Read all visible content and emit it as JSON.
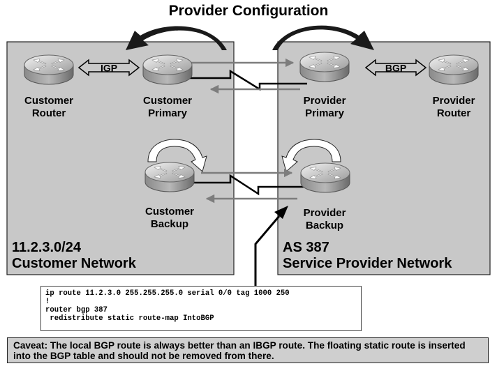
{
  "title": "Provider Configuration",
  "devices": {
    "customer_router": "Customer\nRouter",
    "customer_primary": "Customer\nPrimary",
    "provider_primary": "Provider\nPrimary",
    "provider_router": "Provider\nRouter",
    "customer_backup": "Customer\nBackup",
    "provider_backup": "Provider\nBackup"
  },
  "protocols": {
    "igp": "IGP",
    "bgp": "BGP"
  },
  "customer_network": {
    "prefix": "11.2.3.0/24",
    "name": "Customer Network"
  },
  "provider_network": {
    "as": "AS 387",
    "name": "Service Provider Network"
  },
  "config_lines": [
    "ip route 11.2.3.0 255.255.255.0 serial 0/0 tag 1000 250",
    "!",
    "router bgp 387",
    " redistribute static route-map IntoBGP"
  ],
  "caveat": "Caveat: The local BGP route is always better than an IBGP route. The floating static route is inserted into the BGP table and should not be removed from there."
}
